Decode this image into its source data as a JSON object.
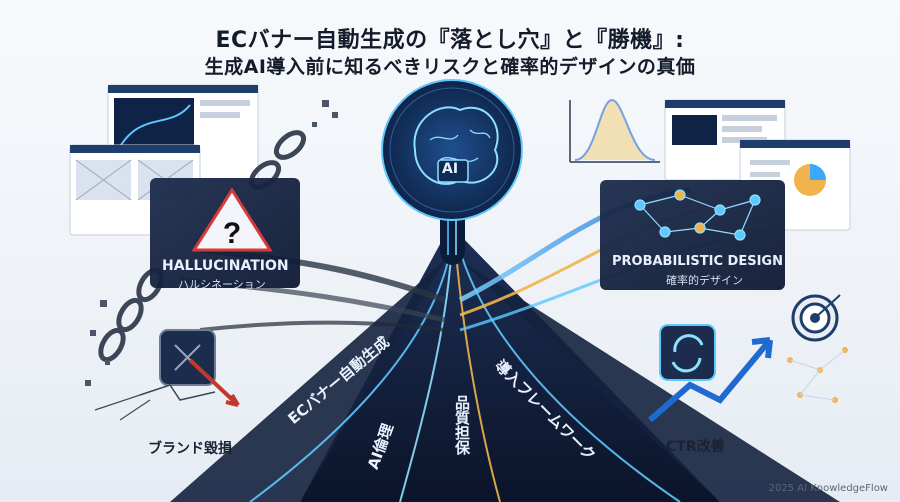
{
  "title": {
    "line1": "ECバナー自動生成の『落とし穴』と『勝機』:",
    "line2": "生成AI導入前に知るべきリスクと確率的デザインの真価"
  },
  "left_panel": {
    "label": "HALLUCINATION",
    "sublabel": "ハルシネーション",
    "bottom_label": "ブランド毀損"
  },
  "center": {
    "ai_badge": "AI",
    "paths": [
      "ECバナー自動生成",
      "AI倫理",
      "品質担保",
      "導入フレームワーク"
    ]
  },
  "right_panel": {
    "label": "PROBABILISTIC DESIGN",
    "sublabel": "確率的デザイン",
    "bottom_label": "CTR改善"
  },
  "footer": "2025 AI KnowledgeFlow",
  "colors": {
    "navy": "#0e1a33",
    "accent_blue": "#3aa8ff",
    "accent_gold": "#f1b44c",
    "danger_red": "#d43a3a"
  }
}
